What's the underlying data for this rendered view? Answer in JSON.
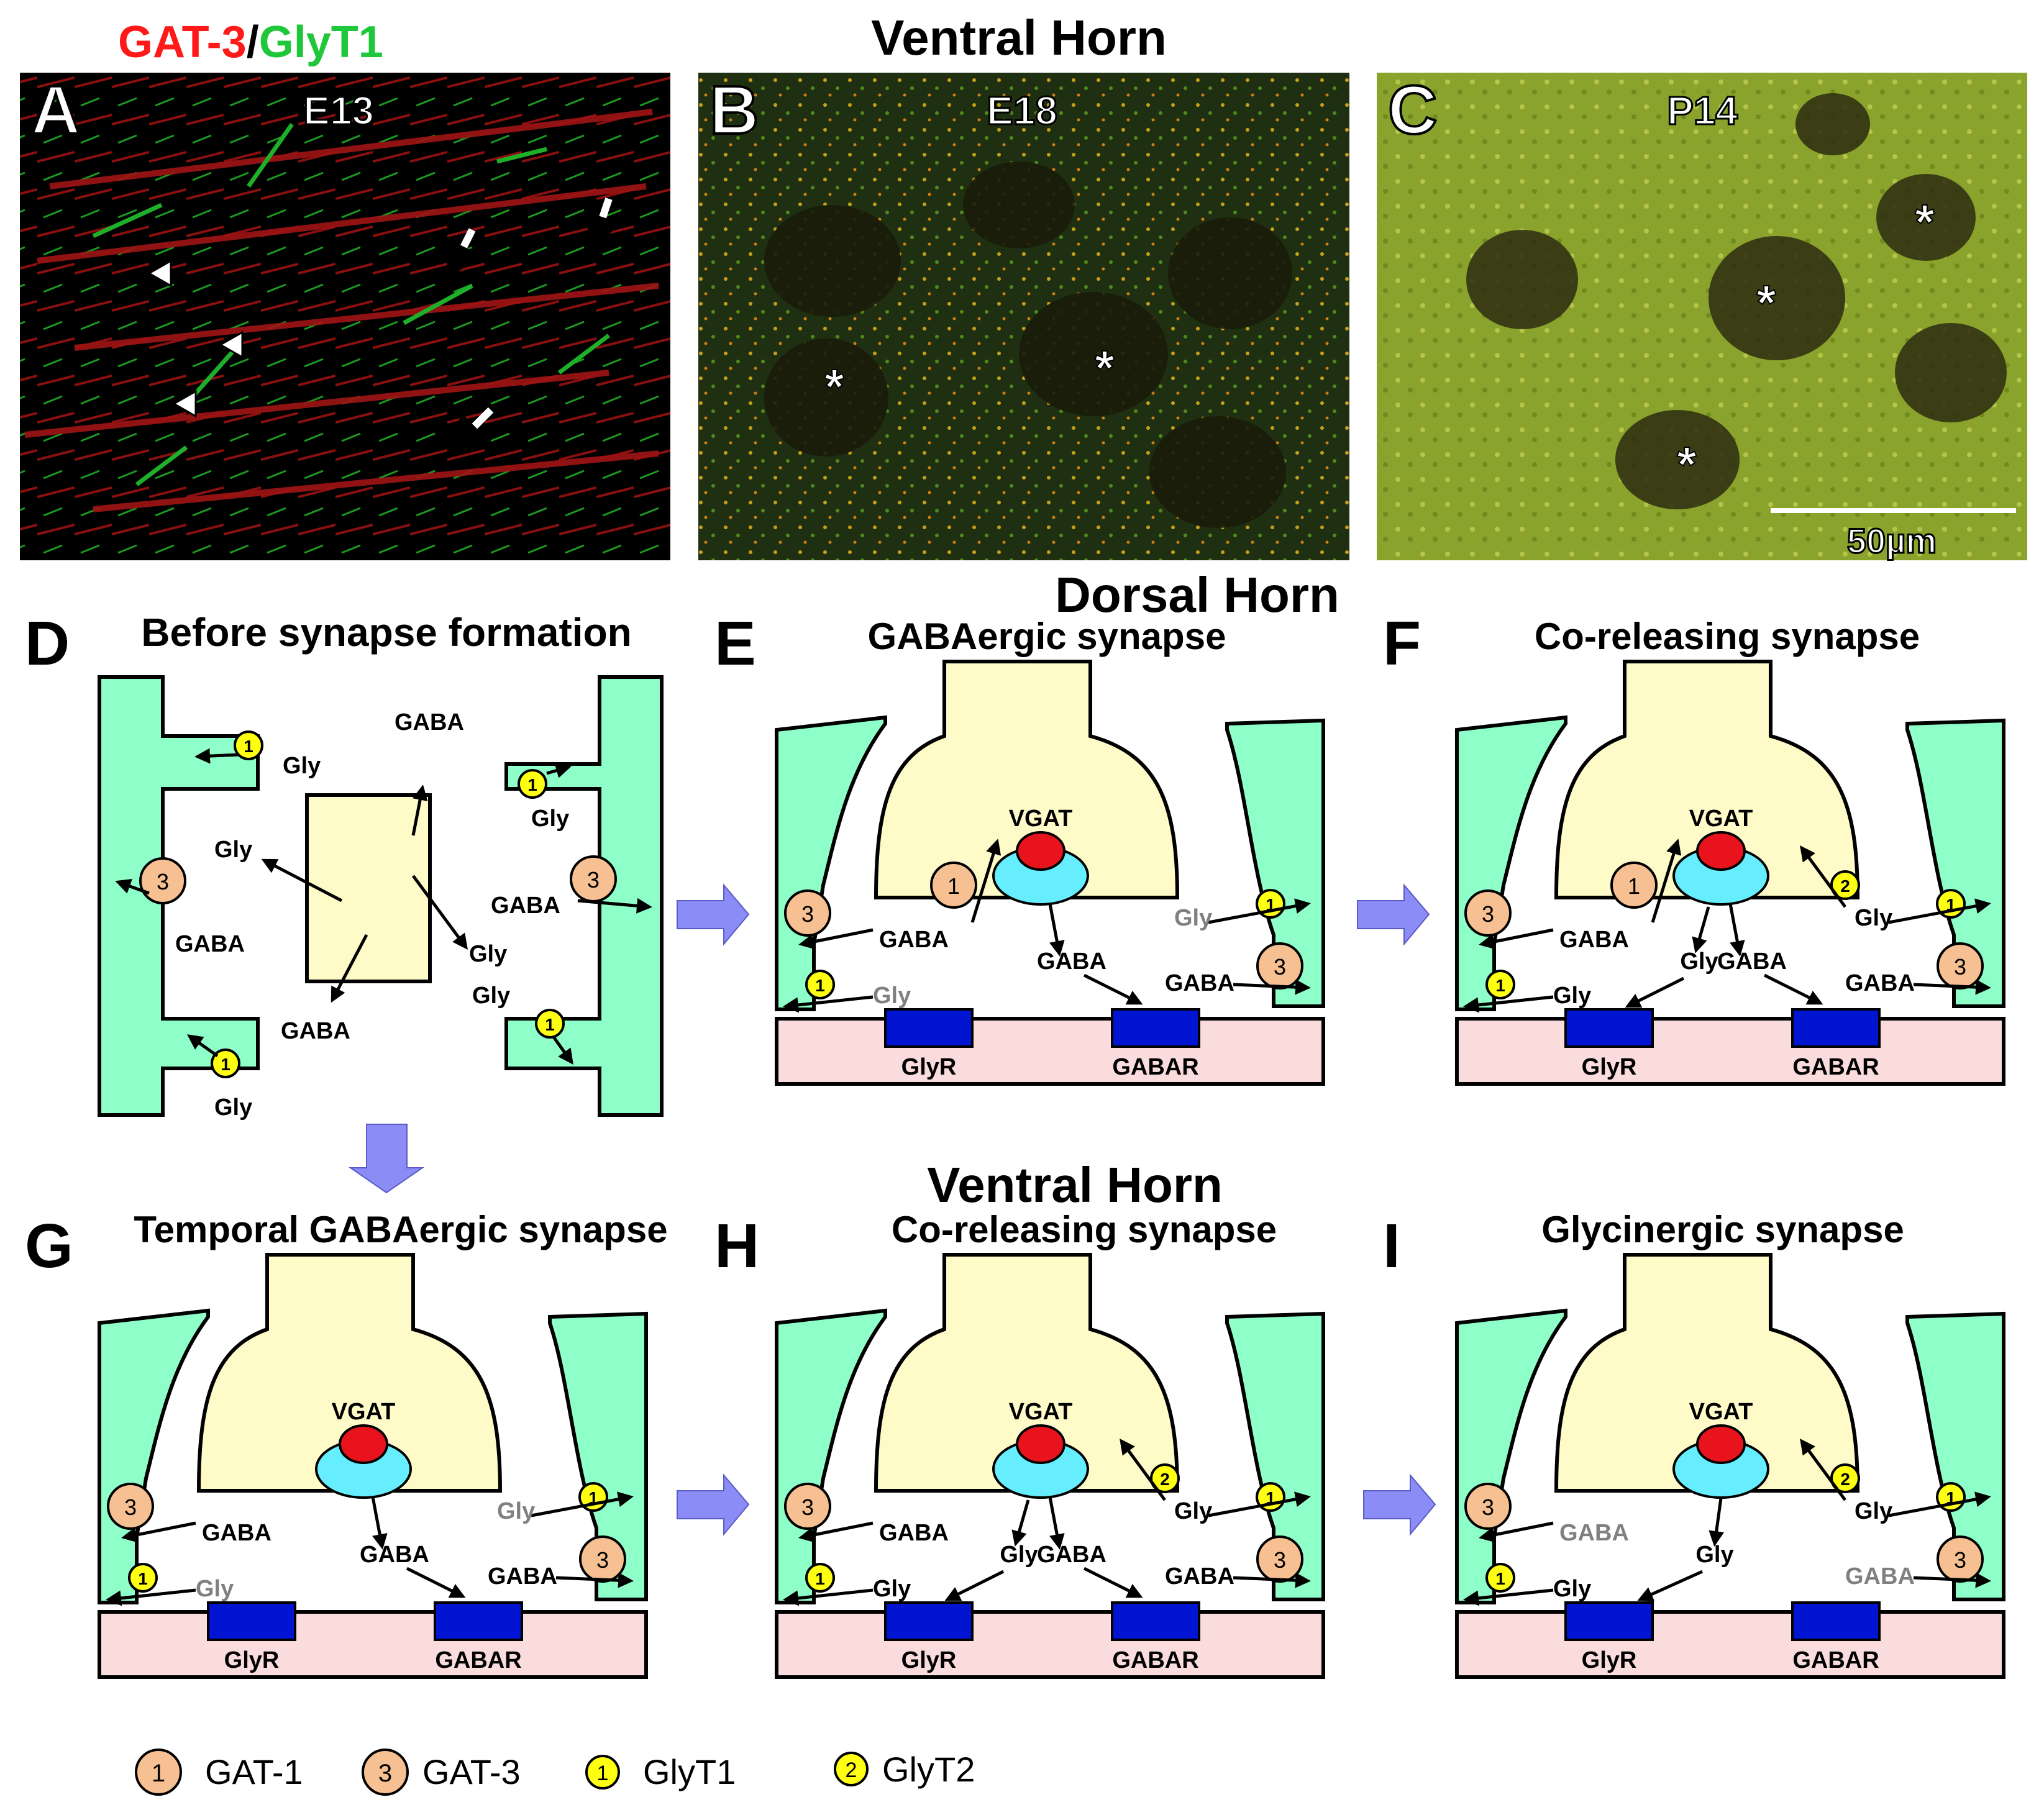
{
  "top": {
    "stain_gat3": "GAT-3",
    "stain_sep": "/",
    "stain_glyt1": "GlyT1",
    "title": "Ventral Horn",
    "colors": {
      "red": "#ff1a1a",
      "green": "#1fc83a"
    }
  },
  "micrographs": [
    {
      "letter": "A",
      "stage": "E13"
    },
    {
      "letter": "B",
      "stage": "E18"
    },
    {
      "letter": "C",
      "stage": "P14"
    }
  ],
  "scale_bar": "50µm",
  "dorsal_title": "Dorsal Horn",
  "ventral_title": "Ventral Horn",
  "panel_letters": {
    "D": "D",
    "E": "E",
    "F": "F",
    "G": "G",
    "H": "H",
    "I": "I"
  },
  "panel_titles": {
    "D": "Before synapse formation",
    "E": "GABAergic synapse",
    "F": "Co-releasing synapse",
    "G": "Temporal GABAergic synapse",
    "H": "Co-releasing synapse",
    "I": "Glycinergic synapse"
  },
  "labels": {
    "gly": "Gly",
    "gaba": "GABA",
    "vgat": "VGAT",
    "glyr": "GlyR",
    "gabar": "GABAR"
  },
  "transporter_numbers": {
    "gat1": "1",
    "gat3": "3",
    "glyt1": "1",
    "glyt2": "2"
  },
  "legend": [
    {
      "number": "1",
      "name": "GAT-1",
      "kind": "gat"
    },
    {
      "number": "3",
      "name": "GAT-3",
      "kind": "gat"
    },
    {
      "number": "1",
      "name": "GlyT1",
      "kind": "glyt"
    },
    {
      "number": "2",
      "name": "GlyT2",
      "kind": "glyt"
    }
  ],
  "colors": {
    "astrocyte": "#8effc8",
    "terminal": "#fffbc8",
    "postsynaptic": "#fadcdc",
    "receptor": "#0014d2",
    "vgat_outer": "#66eeff",
    "vgat_inner": "#e8131c",
    "gat_fill": "#f6c092",
    "glyt_fill": "#ffff12",
    "arrow_big": "#8c8cf6",
    "dim_text": "#808080"
  }
}
